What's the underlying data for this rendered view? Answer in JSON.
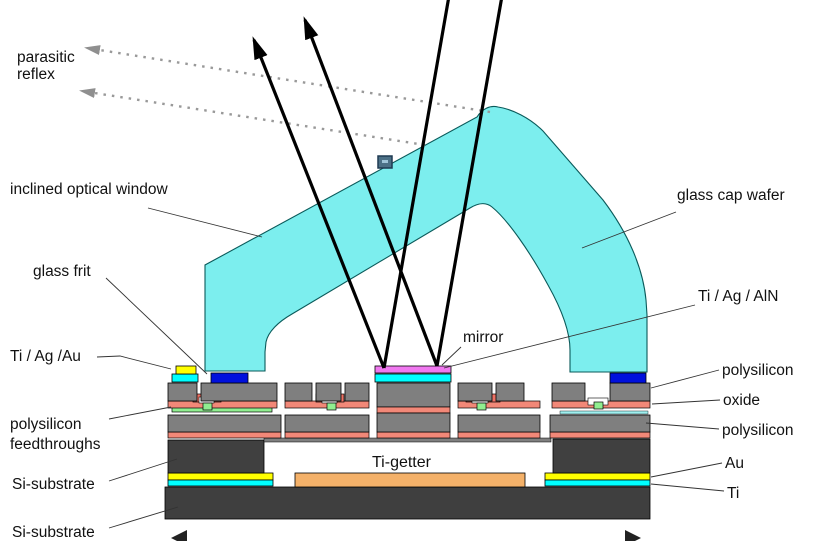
{
  "diagram": {
    "type": "MEMS micromirror vacuum package cross-section",
    "labels": {
      "parasitic_line1": "parasitic",
      "parasitic_line2": "reflex",
      "inclined_window": "inclined optical window",
      "glass_cap_wafer": "glass cap wafer",
      "glass_frit": "glass frit",
      "ti_ag_au": "Ti / Ag /Au",
      "ti_ag_aln": "Ti / Ag / AlN",
      "mirror": "mirror",
      "polysilicon_top": "polysilicon",
      "oxide": "oxide",
      "polysilicon_bottom": "polysilicon",
      "feedthrough_line1": "polysilicon",
      "feedthrough_line2": "feedthroughs",
      "si_substrate_upper": "Si-substrate",
      "si_substrate_lower": "Si-substrate",
      "ti_getter": "Ti-getter",
      "au": "Au",
      "ti": "Ti"
    },
    "colors": {
      "glass": "#7CEEEE",
      "glass_frit": "#0010DD",
      "gold": "#FFFF00",
      "aqua": "#00FFFF",
      "mirror_metal": "#F078F0",
      "polysilicon": "#7F7F7F",
      "oxide": "#F28878",
      "oxide_dark": "#EE7265",
      "feedthrough_green": "#90EE90",
      "substrate": "#404040",
      "getter": "#F4B169",
      "beam": "#000000",
      "parasitic_gray": "#999999",
      "marker_handle": "#4C7086"
    }
  }
}
